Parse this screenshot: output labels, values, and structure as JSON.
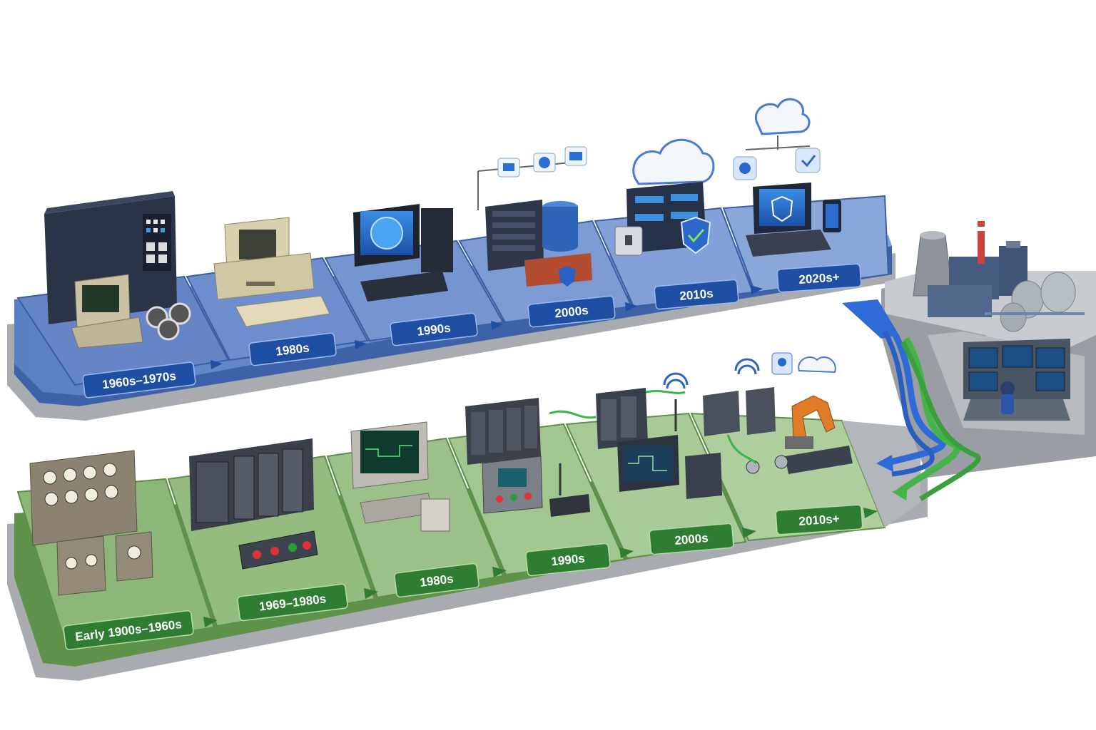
{
  "it_timeline": {
    "eras": [
      {
        "label": "1960s–1970s",
        "icon": "mainframe-icon"
      },
      {
        "label": "1980s",
        "icon": "personal-computer-icon"
      },
      {
        "label": "1990s",
        "icon": "desktop-globe-icon"
      },
      {
        "label": "2000s",
        "icon": "server-firewall-icon"
      },
      {
        "label": "2010s",
        "icon": "cloud-security-icon"
      },
      {
        "label": "2020s+",
        "icon": "laptop-shield-icon"
      }
    ]
  },
  "ot_timeline": {
    "eras": [
      {
        "label": "Early 1900s–1960s",
        "icon": "analog-gauge-panel-icon"
      },
      {
        "label": "1969–1980s",
        "icon": "plc-rack-icon"
      },
      {
        "label": "1980s",
        "icon": "crt-terminal-icon"
      },
      {
        "label": "1990s",
        "icon": "controller-hmi-icon"
      },
      {
        "label": "2000s",
        "icon": "networked-scada-icon"
      },
      {
        "label": "2010s+",
        "icon": "iiot-robot-arm-icon"
      }
    ]
  },
  "colors": {
    "it_platform": "#4a6fb5",
    "it_label": "#1f4fa3",
    "ot_platform": "#7faa6a",
    "ot_label": "#2e7d32",
    "base": "#9a9ea4",
    "pipe_blue": "#2f6bd6",
    "pipe_green": "#45b348"
  }
}
